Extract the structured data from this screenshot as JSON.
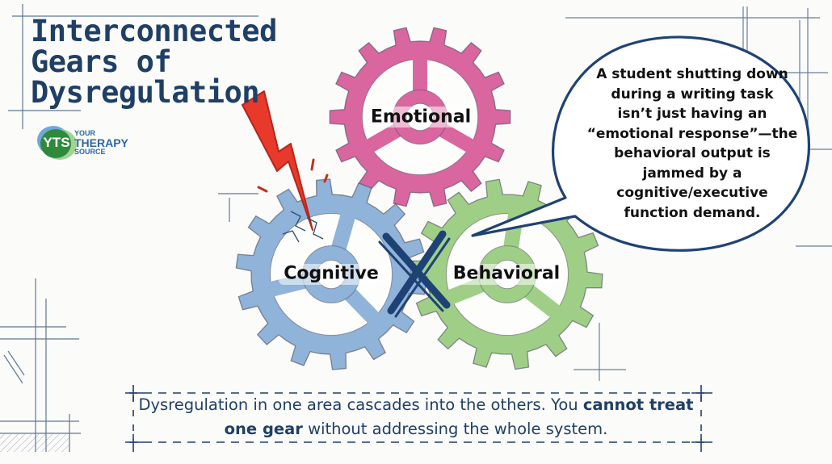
{
  "title": {
    "lines": [
      "Interconnected",
      "Gears of",
      "Dysregulation"
    ]
  },
  "logo": {
    "mark": "YTS",
    "line1": "YOUR",
    "line2": "THERAPY",
    "line3": "SOURCE"
  },
  "gears": [
    {
      "label": "Emotional",
      "color": "#d9669f"
    },
    {
      "label": "Cognitive",
      "color": "#8fb3d9"
    },
    {
      "label": "Behavioral",
      "color": "#9fcf86"
    }
  ],
  "colors": {
    "ink": "#1f3f66",
    "lightning": "#e8392b",
    "jam_x": "#1f4275",
    "logo_green": "#2f8a3c",
    "logo_blue": "#4f93d2"
  },
  "speech_bubble": {
    "lines": [
      "A student shutting down",
      "during a writing task",
      "isn’t just having an",
      "“emotional response”—the",
      "behavioral output is",
      "jammed by a",
      "cognitive/executive",
      "function demand."
    ]
  },
  "footer": {
    "part1": "Dysregulation in one area cascades into the others. You ",
    "bold1": "cannot treat one gear",
    "part2": " without addressing the whole system."
  }
}
